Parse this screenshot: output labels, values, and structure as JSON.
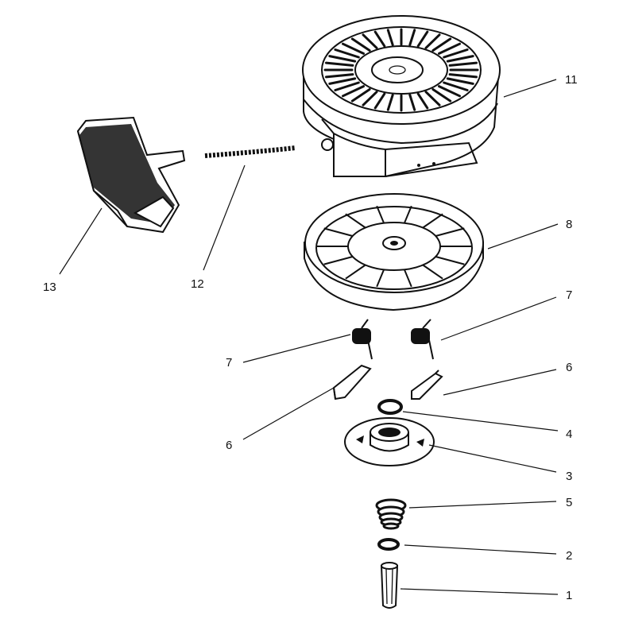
{
  "diagram": {
    "parts": [
      {
        "id": "part-1",
        "label": "1",
        "icon": "starter-sleeve-tube"
      },
      {
        "id": "part-2",
        "label": "2",
        "icon": "washer"
      },
      {
        "id": "part-3",
        "label": "3",
        "icon": "retainer-plate"
      },
      {
        "id": "part-4",
        "label": "4",
        "icon": "washer"
      },
      {
        "id": "part-5",
        "label": "5",
        "icon": "compression-spring"
      },
      {
        "id": "part-6a",
        "label": "6",
        "icon": "pawl"
      },
      {
        "id": "part-6b",
        "label": "6",
        "icon": "pawl"
      },
      {
        "id": "part-7a",
        "label": "7",
        "icon": "torsion-spring"
      },
      {
        "id": "part-7b",
        "label": "7",
        "icon": "torsion-spring"
      },
      {
        "id": "part-8",
        "label": "8",
        "icon": "rope-pulley"
      },
      {
        "id": "part-11",
        "label": "11",
        "icon": "starter-housing"
      },
      {
        "id": "part-12",
        "label": "12",
        "icon": "starter-rope"
      },
      {
        "id": "part-13",
        "label": "13",
        "icon": "starter-handle"
      }
    ]
  }
}
